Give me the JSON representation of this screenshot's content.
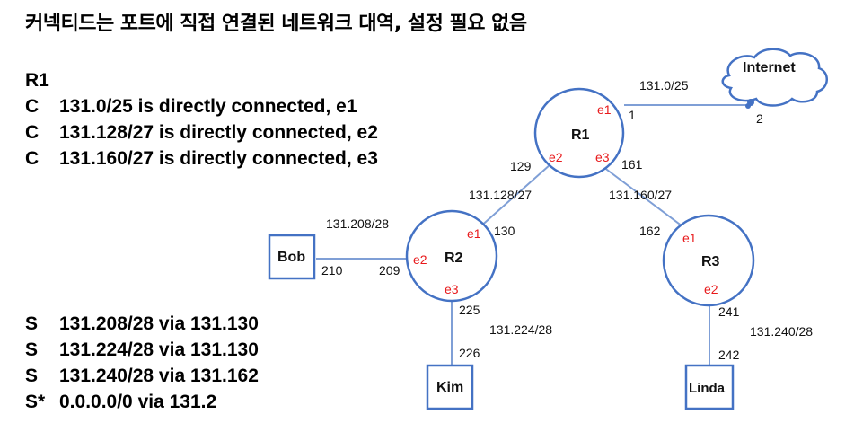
{
  "title": "커넥티드는 포트에 직접 연결된 네트워크 대역, 설정 필요 없음",
  "r1_table": {
    "heading": "R1",
    "rows": [
      {
        "code": "C",
        "text": "131.0/25 is directly connected, e1"
      },
      {
        "code": "C",
        "text": "131.128/27 is directly connected, e2"
      },
      {
        "code": "C",
        "text": "131.160/27 is directly connected, e3"
      }
    ]
  },
  "static_routes": [
    {
      "code": "S",
      "text": "131.208/28 via 131.130"
    },
    {
      "code": "S",
      "text": "131.224/28 via 131.130"
    },
    {
      "code": "S",
      "text": "131.240/28 via 131.162"
    },
    {
      "code": "S*",
      "text": "0.0.0.0/0 via 131.2"
    }
  ],
  "diagram": {
    "routers": {
      "r1": "R1",
      "r2": "R2",
      "r3": "R3"
    },
    "hosts": {
      "bob": "Bob",
      "kim": "Kim",
      "linda": "Linda"
    },
    "cloud": "Internet",
    "interfaces": {
      "r1_e1": "e1",
      "r1_e2": "e2",
      "r1_e3": "e3",
      "r2_e1": "e1",
      "r2_e2": "e2",
      "r2_e3": "e3",
      "r3_e1": "e1",
      "r3_e2": "e2"
    },
    "networks": {
      "net_internet": "131.0/25",
      "net_r1_r2": "131.128/27",
      "net_r1_r3": "131.160/27",
      "net_bob": "131.208/28",
      "net_kim": "131.224/28",
      "net_linda": "131.240/28"
    },
    "hosts_ip": {
      "r1_e1": "1",
      "internet": "2",
      "r1_e2": "129",
      "r2_e1": "130",
      "r1_e3": "161",
      "r3_e1": "162",
      "bob": "210",
      "r2_e2": "209",
      "r2_e3": "225",
      "kim": "226",
      "r3_e2": "241",
      "linda": "242"
    },
    "colors": {
      "router_stroke": "#4472c4",
      "link": "#7f9fd6",
      "interface": "#e8191b"
    }
  }
}
